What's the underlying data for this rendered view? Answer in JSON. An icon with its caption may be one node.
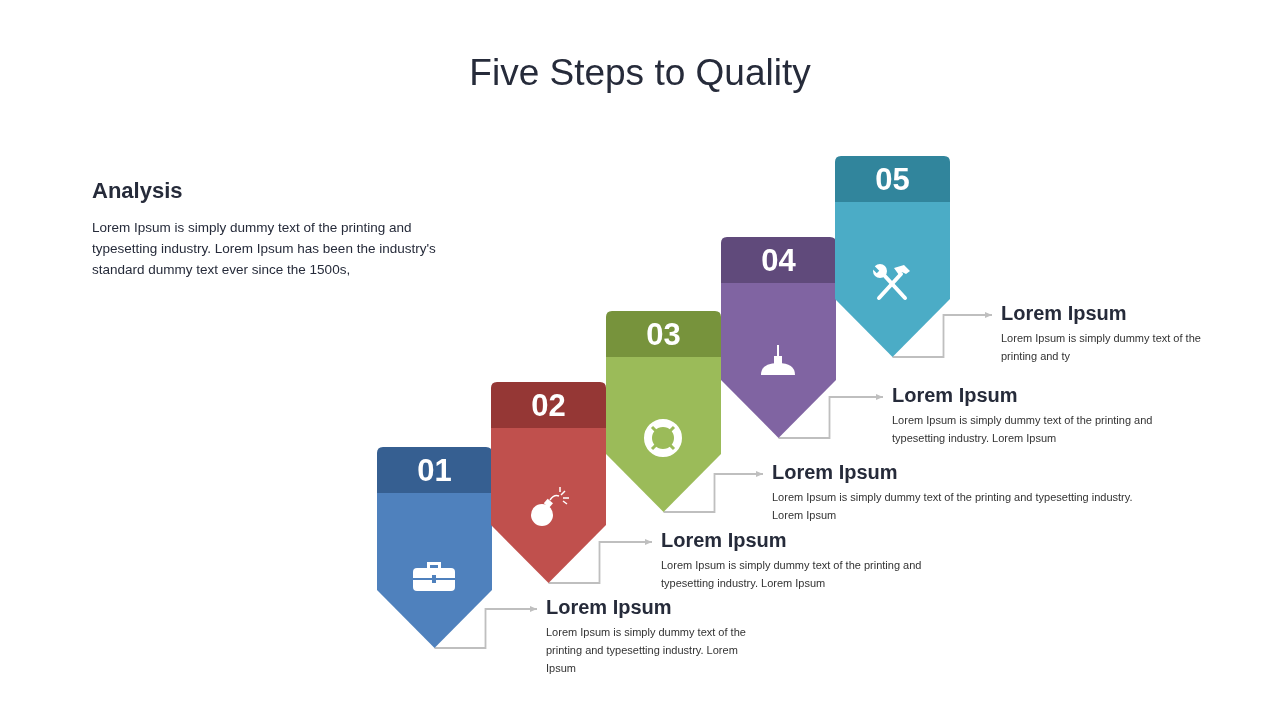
{
  "diagram": {
    "title": "Five Steps to Quality",
    "nodes": [
      {
        "text": [
          "01"
        ]
      },
      {
        "text": [
          "02"
        ]
      },
      {
        "text": [
          "03"
        ]
      },
      {
        "text": [
          "04"
        ]
      },
      {
        "text": [
          "05"
        ]
      },
      {
        "text": [
          "Lorem Ipsum",
          "Lorem Ipsum is simply dummy text of the printing and typesetting industry. Lorem Ipsum"
        ]
      },
      {
        "text": [
          "Lorem Ipsum",
          "Lorem Ipsum is simply dummy text of the printing and typesetting industry. Lorem Ipsum"
        ]
      },
      {
        "text": [
          "Lorem Ipsum",
          "Lorem Ipsum is simply dummy text of the printing and typesetting industry. Lorem Ipsum"
        ]
      },
      {
        "text": [
          "Lorem Ipsum",
          "Lorem Ipsum is simply dummy text of the printing and typesetting industry. Lorem Ipsum"
        ]
      },
      {
        "text": [
          "Lorem Ipsum",
          "Lorem Ipsum is simply dummy text of the printing and ty"
        ]
      }
    ],
    "edges": [
      {
        "from": 0,
        "to": 5,
        "arrow": "to"
      },
      {
        "from": 1,
        "to": 6,
        "arrow": "to"
      },
      {
        "from": 2,
        "to": 7,
        "arrow": "to"
      },
      {
        "from": 3,
        "to": 8,
        "arrow": "to"
      },
      {
        "from": 4,
        "to": 9,
        "arrow": "to"
      }
    ],
    "labels": [
      "Analysis",
      "Lorem Ipsum is simply dummy text of the printing and typesetting industry. Lorem Ipsum has been the industry's standard dummy text ever since the 1500s,"
    ]
  }
}
